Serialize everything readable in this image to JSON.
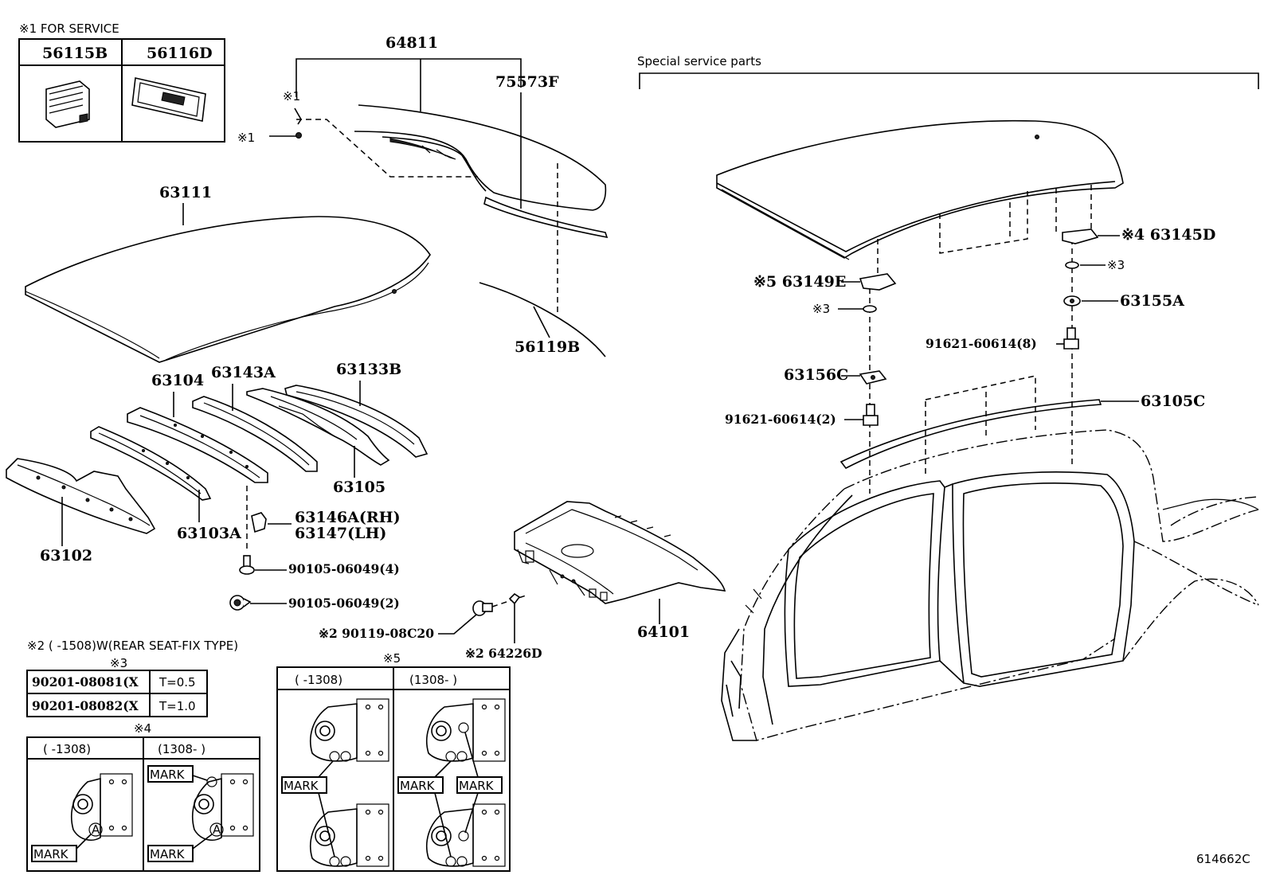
{
  "service_note": "※1 FOR SERVICE",
  "service_parts": [
    "56115B",
    "56116D"
  ],
  "special_service_label": "Special service parts",
  "diagram_id": "614662C",
  "note2": "※2 (      -1508)W(REAR SEAT-FIX TYPE)",
  "note3_title": "※3",
  "note3_rows": [
    {
      "part": "90201-08081(X",
      "spec": "T=0.5"
    },
    {
      "part": "90201-08082(X",
      "spec": "T=1.0"
    }
  ],
  "note4_title": "※4",
  "note5_title": "※5",
  "period_before": "(      -1308)",
  "period_after": "(1308-      )",
  "mark_label": "MARK",
  "callouts": {
    "c64811": "64811",
    "c75573F": "75573F",
    "mark1a": "※1",
    "mark1b": "※1",
    "c63111": "63111",
    "c56119B": "56119B",
    "c63104": "63104",
    "c63143A": "63143A",
    "c63133B": "63133B",
    "c63105": "63105",
    "c63103A": "63103A",
    "c63102": "63102",
    "c63146A": "63146A(RH)",
    "c63147": "63147(LH)",
    "c90105a": "90105-06049(4)",
    "c90105b": "90105-06049(2)",
    "c90119": "※2 90119-08C20",
    "c64226D": "※2 64226D",
    "c64101": "64101",
    "c63145D": "※4 63145D",
    "c63149E": "※5 63149E",
    "mark3a": "※3",
    "mark3b": "※3",
    "c63155A": "63155A",
    "c91621a": "91621-60614(8)",
    "c63156C": "63156C",
    "c91621b": "91621-60614(2)",
    "c63105C": "63105C"
  }
}
